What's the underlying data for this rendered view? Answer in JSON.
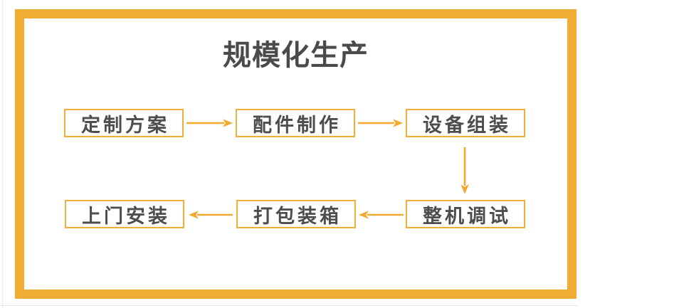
{
  "colors": {
    "frame_border": "#efae33",
    "box_border": "#f3ae35",
    "arrow": "#f3a92e",
    "title_text": "#4a4a4a",
    "step_text": "#4d4d4d",
    "background": "#ffffff"
  },
  "flow": {
    "title": "规模化生产",
    "steps": [
      {
        "label": "定制方案"
      },
      {
        "label": "配件制作"
      },
      {
        "label": "设备组装"
      },
      {
        "label": "整机调试"
      },
      {
        "label": "打包装箱"
      },
      {
        "label": "上门安装"
      }
    ],
    "connections": [
      {
        "from": "定制方案",
        "to": "配件制作",
        "direction": "right"
      },
      {
        "from": "配件制作",
        "to": "设备组装",
        "direction": "right"
      },
      {
        "from": "设备组装",
        "to": "整机调试",
        "direction": "down"
      },
      {
        "from": "整机调试",
        "to": "打包装箱",
        "direction": "left"
      },
      {
        "from": "打包装箱",
        "to": "上门安装",
        "direction": "left"
      }
    ]
  }
}
